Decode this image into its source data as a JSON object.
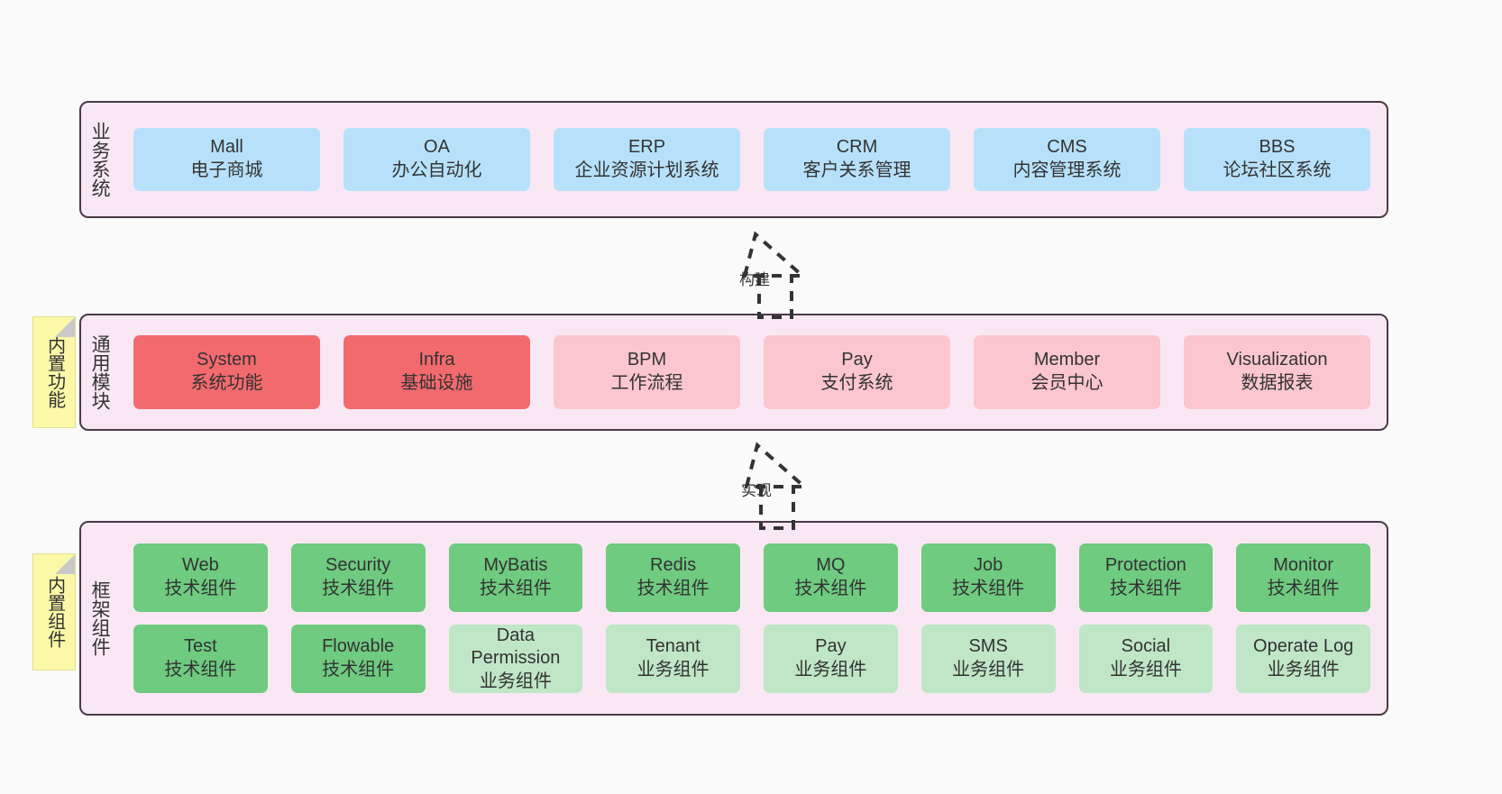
{
  "diagram": {
    "background_color": "#fafafa",
    "layer_fill": "#f9e8f3",
    "layer_border": "#4a3a46"
  },
  "layers": [
    {
      "id": "business",
      "caption": "业务系统",
      "rows": [
        {
          "cards": [
            {
              "title": "Mall",
              "sub": "电子商城",
              "color": "#b7e1fb",
              "style": "c-blue"
            },
            {
              "title": "OA",
              "sub": "办公自动化",
              "color": "#b7e1fb",
              "style": "c-blue"
            },
            {
              "title": "ERP",
              "sub": "企业资源计划系统",
              "color": "#b7e1fb",
              "style": "c-blue"
            },
            {
              "title": "CRM",
              "sub": "客户关系管理",
              "color": "#b7e1fb",
              "style": "c-blue"
            },
            {
              "title": "CMS",
              "sub": "内容管理系统",
              "color": "#b7e1fb",
              "style": "c-blue"
            },
            {
              "title": "BBS",
              "sub": "论坛社区系统",
              "color": "#b7e1fb",
              "style": "c-blue"
            }
          ]
        }
      ]
    },
    {
      "id": "modules",
      "caption": "通用模块",
      "sticky": "内置功能",
      "rows": [
        {
          "cards": [
            {
              "title": "System",
              "sub": "系统功能",
              "color": "#f26a6e",
              "style": "c-red-strong"
            },
            {
              "title": "Infra",
              "sub": "基础设施",
              "color": "#f26a6e",
              "style": "c-red-strong"
            },
            {
              "title": "BPM",
              "sub": "工作流程",
              "color": "#fbc6cd",
              "style": "c-red-light"
            },
            {
              "title": "Pay",
              "sub": "支付系统",
              "color": "#fbc6cd",
              "style": "c-red-light"
            },
            {
              "title": "Member",
              "sub": "会员中心",
              "color": "#fbc6cd",
              "style": "c-red-light"
            },
            {
              "title": "Visualization",
              "sub": "数据报表",
              "color": "#fbc6cd",
              "style": "c-red-light"
            }
          ]
        }
      ]
    },
    {
      "id": "framework",
      "caption": "框架组件",
      "sticky": "内置组件",
      "rows": [
        {
          "cards": [
            {
              "title": "Web",
              "sub": "技术组件",
              "color": "#6ecb80",
              "style": "c-green-strong"
            },
            {
              "title": "Security",
              "sub": "技术组件",
              "color": "#6ecb80",
              "style": "c-green-strong"
            },
            {
              "title": "MyBatis",
              "sub": "技术组件",
              "color": "#6ecb80",
              "style": "c-green-strong"
            },
            {
              "title": "Redis",
              "sub": "技术组件",
              "color": "#6ecb80",
              "style": "c-green-strong"
            },
            {
              "title": "MQ",
              "sub": "技术组件",
              "color": "#6ecb80",
              "style": "c-green-strong"
            },
            {
              "title": "Job",
              "sub": "技术组件",
              "color": "#6ecb80",
              "style": "c-green-strong"
            },
            {
              "title": "Protection",
              "sub": "技术组件",
              "color": "#6ecb80",
              "style": "c-green-strong"
            },
            {
              "title": "Monitor",
              "sub": "技术组件",
              "color": "#6ecb80",
              "style": "c-green-strong"
            }
          ]
        },
        {
          "cards": [
            {
              "title": "Test",
              "sub": "技术组件",
              "color": "#6ecb80",
              "style": "c-green-strong"
            },
            {
              "title": "Flowable",
              "sub": "技术组件",
              "color": "#6ecb80",
              "style": "c-green-strong"
            },
            {
              "title": "Data Permission",
              "sub": "业务组件",
              "color": "#bfe6c6",
              "style": "c-green-light"
            },
            {
              "title": "Tenant",
              "sub": "业务组件",
              "color": "#bfe6c6",
              "style": "c-green-light"
            },
            {
              "title": "Pay",
              "sub": "业务组件",
              "color": "#bfe6c6",
              "style": "c-green-light"
            },
            {
              "title": "SMS",
              "sub": "业务组件",
              "color": "#bfe6c6",
              "style": "c-green-light"
            },
            {
              "title": "Social",
              "sub": "业务组件",
              "color": "#bfe6c6",
              "style": "c-green-light"
            },
            {
              "title": "Operate Log",
              "sub": "业务组件",
              "color": "#bfe6c6",
              "style": "c-green-light"
            }
          ]
        }
      ]
    }
  ],
  "connectors": [
    {
      "id": "build",
      "label": "构建",
      "from": "modules",
      "to": "business",
      "style": "dashed-generalization"
    },
    {
      "id": "realize",
      "label": "实现",
      "from": "framework",
      "to": "modules",
      "style": "dashed-generalization"
    }
  ]
}
